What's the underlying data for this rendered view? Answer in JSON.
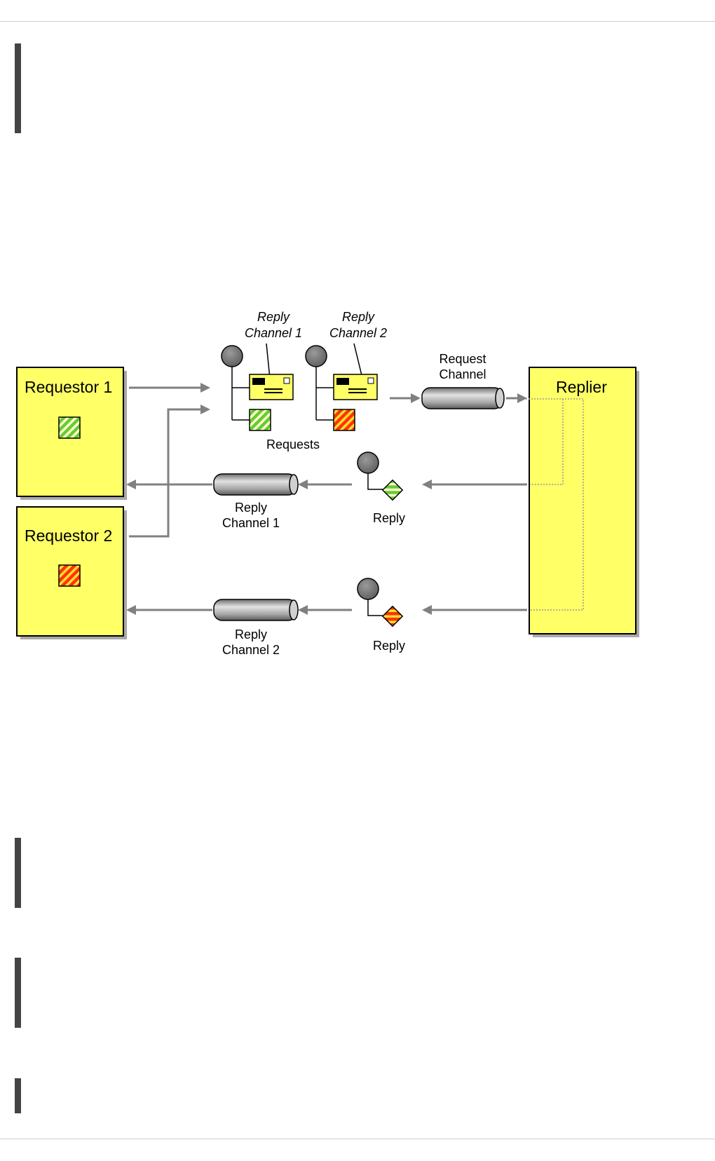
{
  "diagram": {
    "requestor_1": "Requestor 1",
    "requestor_2": "Requestor 2",
    "replier": "Replier",
    "reply_channel_1_note": [
      "Reply",
      "Channel 1"
    ],
    "reply_channel_2_note": [
      "Reply",
      "Channel 2"
    ],
    "request_channel": [
      "Request",
      "Channel"
    ],
    "requests_label": "Requests",
    "reply_channel_1": [
      "Reply",
      "Channel 1"
    ],
    "reply_channel_2": [
      "Reply",
      "Channel 2"
    ],
    "reply_label_1": "Reply",
    "reply_label_2": "Reply"
  },
  "colors": {
    "box_fill": "#ffff66",
    "arrow": "#808080",
    "green": "#66cc33",
    "red": "#ff3300",
    "envelope": "#ffff66"
  }
}
